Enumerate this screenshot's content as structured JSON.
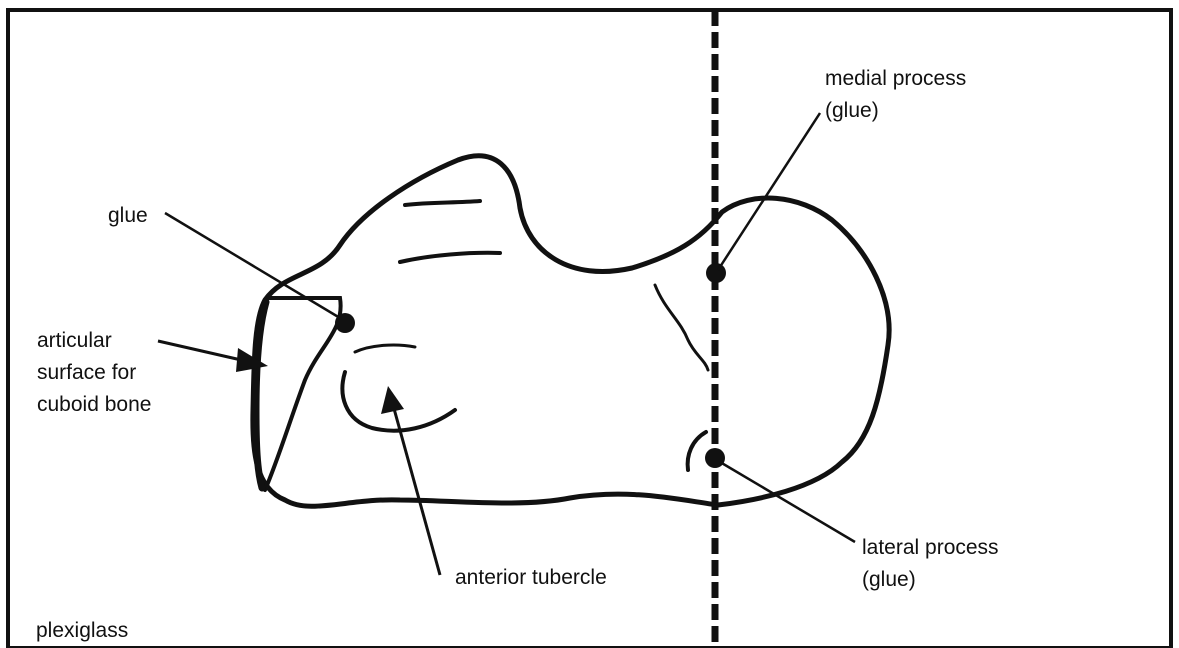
{
  "labels": {
    "glue": "glue",
    "articular_line1": "articular",
    "articular_line2": "surface for",
    "articular_line3": "cuboid bone",
    "anterior_tubercle": "anterior tubercle",
    "medial_line1": "medial process",
    "medial_line2": "(glue)",
    "lateral_line1": "lateral process",
    "lateral_line2": "(glue)",
    "plexiglass": "plexiglass"
  },
  "colors": {
    "ink": "#111111",
    "background": "#ffffff"
  }
}
